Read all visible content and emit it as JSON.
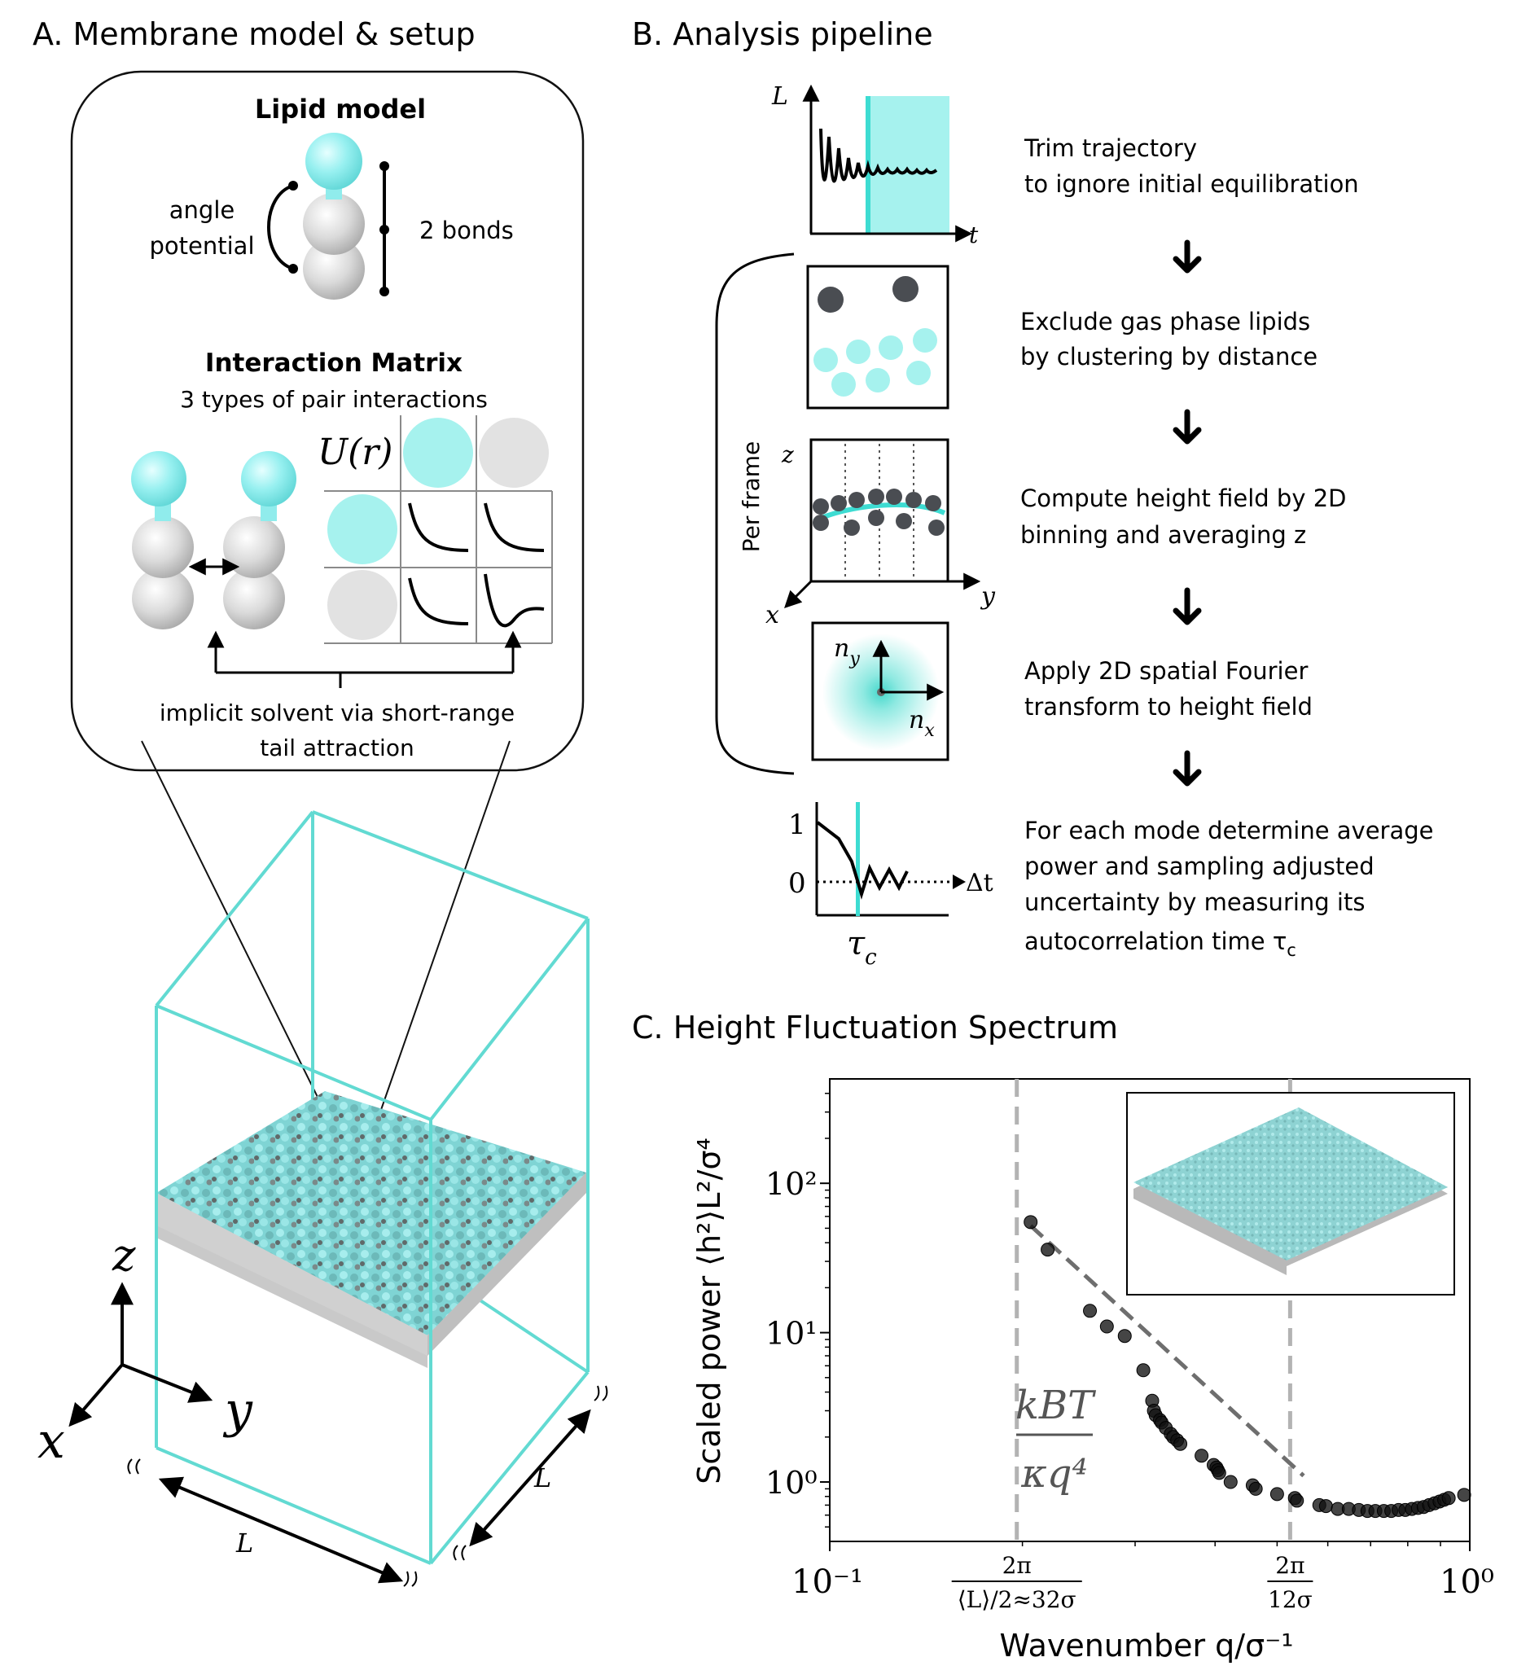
{
  "panel_a": {
    "title": "A. Membrane model & setup",
    "lipid_model_title": "Lipid model",
    "angle_label_1": "angle",
    "angle_label_2": "potential",
    "bonds_label": "2 bonds",
    "matrix_title": "Interaction Matrix",
    "matrix_subtitle": "3 types of pair interactions",
    "matrix_corner": "U(r)",
    "solvent_line1": "implicit solvent via short-range",
    "solvent_line2": "tail attraction",
    "axis_z": "z",
    "axis_y": "y",
    "axis_x": "x",
    "box_L1": "L",
    "box_L2": "L"
  },
  "panel_b": {
    "title": "B. Analysis pipeline",
    "traj_y_label": "L",
    "traj_x_label": "t",
    "per_frame_label": "Per frame",
    "height_z": "z",
    "height_x": "x",
    "height_y": "y",
    "fourier_ny": "n",
    "fourier_ny_sub": "y",
    "fourier_nx": "n",
    "fourier_nx_sub": "x",
    "acf_one": "1",
    "acf_zero": "0",
    "acf_dt": "Δt",
    "acf_tau": "τ",
    "acf_tau_sub": "c",
    "step1_l1": "Trim trajectory",
    "step1_l2": "to ignore initial equilibration",
    "step2_l1": "Exclude gas phase lipids",
    "step2_l2": "by clustering by distance",
    "step3_l1": "Compute height field by 2D",
    "step3_l2": "binning and averaging z",
    "step4_l1": "Apply 2D spatial Fourier",
    "step4_l2": "transform to height field",
    "step5_l1": "For each mode determine average",
    "step5_l2": "power and sampling adjusted",
    "step5_l3": "uncertainty by measuring its",
    "step5_l4": "autocorrelation time τ",
    "step5_l4_sub": "c",
    "colors": {
      "accent": "#5fe0d8",
      "accent_light": "#a6f2ee",
      "dot_dark": "#4a4d52",
      "grey_sphere": "#dcdcdc"
    }
  },
  "panel_c": {
    "title": "C. Height Fluctuation Spectrum",
    "ylabel": "Scaled power ⟨h²⟩L²/σ⁴",
    "xlabel": "Wavenumber q/σ⁻¹",
    "annotation_num": "kBT",
    "annotation_den": "κq⁴",
    "xtick_left": "10⁻¹",
    "xtick_right": "10⁰",
    "xtick_vline1_num": "2π",
    "xtick_vline1_den": "⟨L⟩/2≈32σ",
    "xtick_vline2_num": "2π",
    "xtick_vline2_den": "12σ",
    "ytick_labels": [
      "10²",
      "10¹",
      "10⁰"
    ],
    "chart_data": {
      "type": "scatter",
      "title": "C. Height Fluctuation Spectrum",
      "xlabel": "Wavenumber q/σ⁻¹",
      "ylabel": "Scaled power ⟨h²⟩L²/σ⁴",
      "xscale": "log",
      "yscale": "log",
      "xlim": [
        0.1,
        1.0
      ],
      "ylim": [
        0.4,
        500
      ],
      "vlines": [
        0.196,
        0.524
      ],
      "series": [
        {
          "x": [
            0.206,
            0.219,
            0.255,
            0.271,
            0.289,
            0.309,
            0.319,
            0.321,
            0.323,
            0.328,
            0.33,
            0.335,
            0.341,
            0.344,
            0.349,
            0.353,
            0.381,
            0.398,
            0.402,
            0.404,
            0.406,
            0.423,
            0.458,
            0.463,
            0.5,
            0.533,
            0.537,
            0.582,
            0.596,
            0.622,
            0.647,
            0.671,
            0.692,
            0.712,
            0.734,
            0.754,
            0.774,
            0.793,
            0.812,
            0.83,
            0.847,
            0.864,
            0.881,
            0.897,
            0.912,
            0.927,
            0.98
          ],
          "y": [
            55.0,
            36.0,
            14.0,
            11.0,
            9.5,
            5.6,
            3.5,
            3.0,
            2.8,
            2.6,
            2.5,
            2.3,
            2.1,
            2.0,
            1.9,
            1.8,
            1.5,
            1.3,
            1.25,
            1.2,
            1.15,
            1.0,
            0.95,
            0.9,
            0.83,
            0.78,
            0.75,
            0.7,
            0.69,
            0.66,
            0.66,
            0.65,
            0.64,
            0.64,
            0.64,
            0.64,
            0.65,
            0.65,
            0.66,
            0.67,
            0.68,
            0.7,
            0.72,
            0.74,
            0.76,
            0.78,
            0.82
          ]
        }
      ],
      "fit_line": {
        "x": [
          0.206,
          0.55
        ],
        "y": [
          52,
          1.1
        ]
      }
    }
  }
}
